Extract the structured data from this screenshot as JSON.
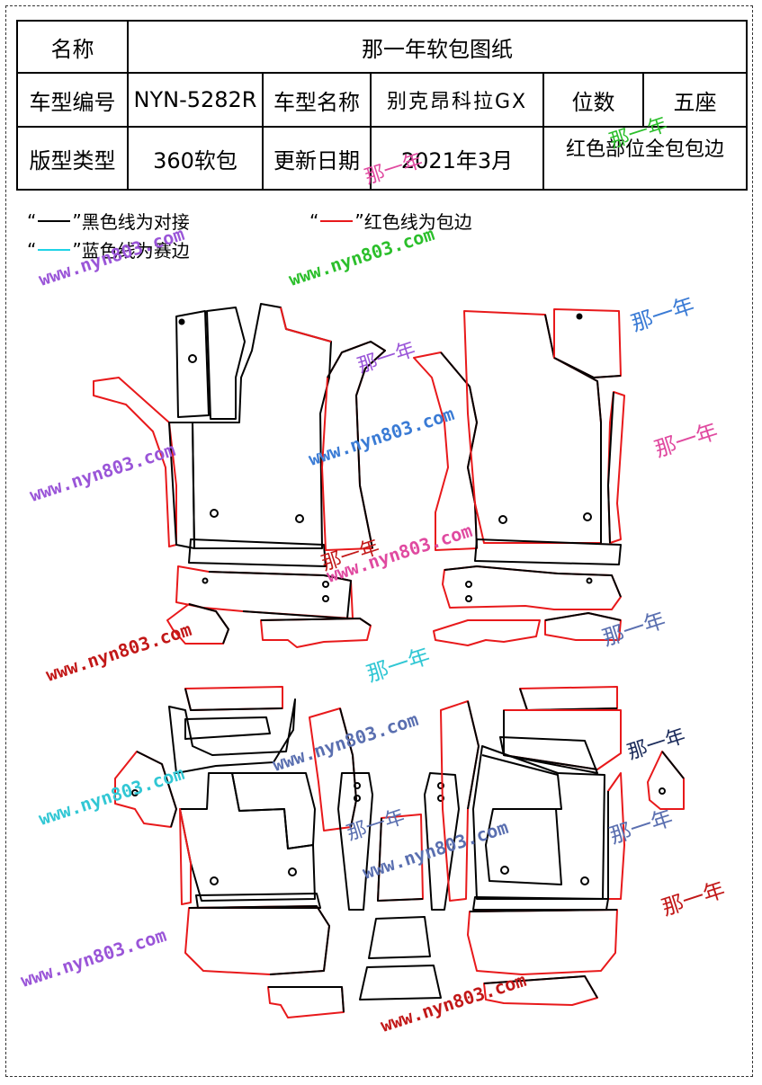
{
  "header": {
    "label_name": "名称",
    "title": "那一年软包图纸",
    "label_model_code": "车型编号",
    "model_code": "NYN-5282R",
    "label_model_name": "车型名称",
    "model_name": "别克昂科拉GX",
    "label_seats": "位数",
    "seats": "五座",
    "label_pattern_type": "版型类型",
    "pattern_type": "360软包",
    "label_update_date": "更新日期",
    "update_date": "2021年3月",
    "red_note": "红色部位全包包边"
  },
  "legend": {
    "black": "黑色线为对接",
    "red": "红色线为包边",
    "cyan": "蓝色线为赛边",
    "black_color": "#000000",
    "red_color": "#e8191b",
    "cyan_color": "#1fd3e6"
  },
  "watermarks": {
    "site": "www.nyn803.com",
    "cn": "那一年",
    "colors": [
      "#9a55d8",
      "#2bbf2b",
      "#e04aa0",
      "#3a7bd5",
      "#c21818",
      "#5a6fb0",
      "#31c7d4"
    ]
  }
}
